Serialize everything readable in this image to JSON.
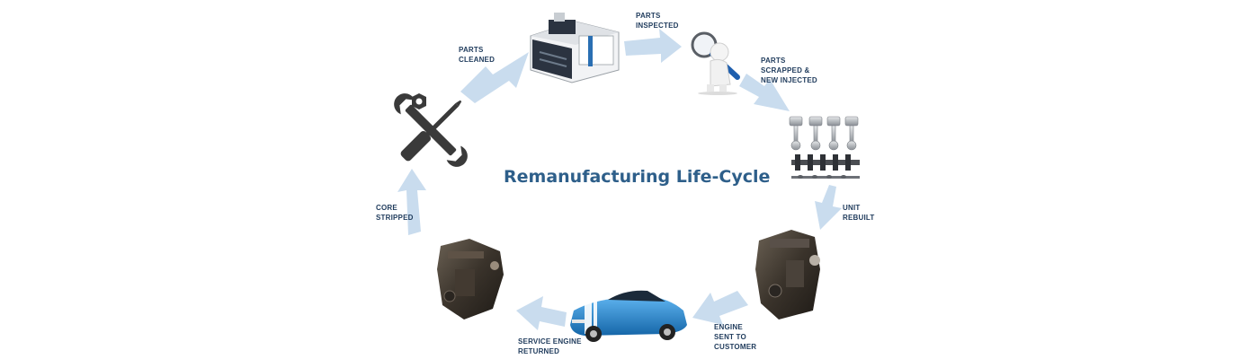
{
  "diagram": {
    "title": "Remanufacturing Life-Cycle",
    "steps": {
      "parts_cleaned": [
        "PARTS",
        "CLEANED"
      ],
      "parts_inspected": [
        "PARTS",
        "INSPECTED"
      ],
      "parts_scrapped": [
        "PARTS",
        "SCRAPPED &",
        "NEW INJECTED"
      ],
      "unit_rebuilt": [
        "UNIT",
        "REBUILT"
      ],
      "engine_sent": [
        "ENGINE",
        "SENT TO",
        "CUSTOMER"
      ],
      "service_engine": [
        "SERVICE ENGINE",
        "RETURNED"
      ],
      "core_stripped": [
        "CORE",
        "STRIPPED"
      ]
    },
    "colors": {
      "arrow": "#c9dcee",
      "title": "#2e5f8a",
      "label": "#1f3b5c",
      "tool": "#3a3a3a",
      "car_body": "#1e88d6",
      "machine_accent": "#2a6fb3"
    },
    "icons": {
      "cleaning_machine": "washing-machine-icon",
      "magnifier_figure": "inspection-figure-icon",
      "pistons_crankshaft": "engine-parts-icon",
      "engine_rebuilt": "engine-icon",
      "car": "car-icon",
      "engine_core": "engine-core-icon",
      "tools": "wrench-screwdriver-icon"
    }
  }
}
